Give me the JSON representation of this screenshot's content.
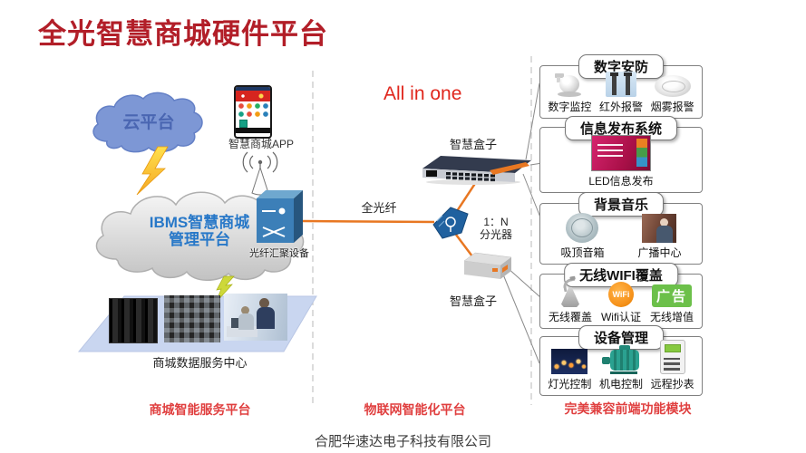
{
  "title": "全光智慧商城硬件平台",
  "subtitle": "All in one",
  "company": "合肥华速达电子科技有限公司",
  "section_labels": {
    "left": "商城智能服务平台",
    "middle": "物联网智能化平台",
    "right": "完美兼容前端功能模块"
  },
  "left_zone": {
    "cloud": "云平台",
    "app": "智慧商城APP",
    "ibms_line1": "IBMS智慧商城",
    "ibms_line2": "管理平台",
    "aggregator": "光纤汇聚设备",
    "datacenter": "商城数据服务中心"
  },
  "middle_zone": {
    "smart_box_top": "智慧盒子",
    "fiber": "全光纤",
    "splitter_line1": "1：N",
    "splitter_line2": "分光器",
    "smart_box_bottom": "智慧盒子"
  },
  "modules": [
    {
      "title": "数字安防",
      "items": [
        {
          "label": "数字监控"
        },
        {
          "label": "红外报警"
        },
        {
          "label": "烟雾报警"
        }
      ]
    },
    {
      "title": "信息发布系统",
      "items": [
        {
          "label": "LED信息发布"
        }
      ]
    },
    {
      "title": "背景音乐",
      "items": [
        {
          "label": "吸顶音箱"
        },
        {
          "label": "广播中心"
        }
      ]
    },
    {
      "title": "无线WIFI覆盖",
      "items": [
        {
          "label": "无线覆盖"
        },
        {
          "label": "Wifi认证",
          "logo_text": "WiFi"
        },
        {
          "label": "无线增值",
          "badge": "广告"
        }
      ]
    },
    {
      "title": "设备管理",
      "items": [
        {
          "label": "灯光控制"
        },
        {
          "label": "机电控制"
        },
        {
          "label": "远程抄表"
        }
      ]
    }
  ],
  "colors": {
    "title_red": "#B21E28",
    "section_label_red": "#E04040",
    "all_in_one_red": "#E0261C",
    "fiber_orange": "#E87722",
    "cloud_blue": "#7C96D6",
    "ibms_text_blue": "#2878C8",
    "wifi_orange": "#F7941D",
    "ad_green": "#6CC04A"
  }
}
